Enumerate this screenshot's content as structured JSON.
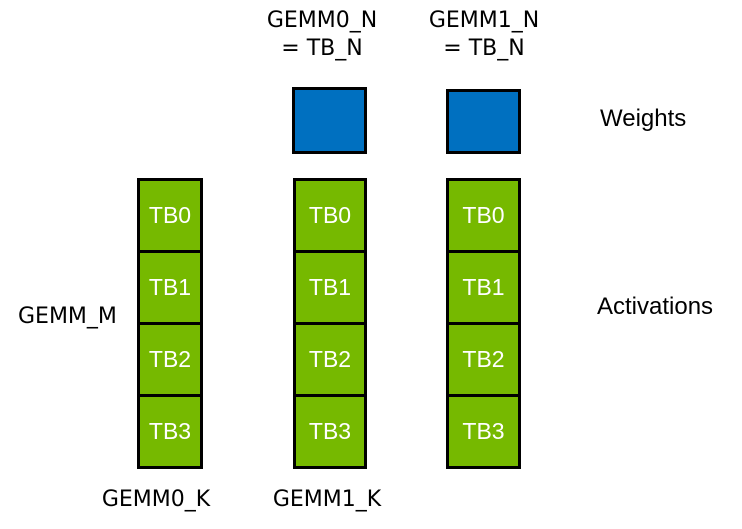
{
  "colors": {
    "background": "#ffffff",
    "activation_green": "#76b900",
    "weight_blue": "#0070c0",
    "border_black": "#000000",
    "cell_text": "#ffffff",
    "label_text": "#000000"
  },
  "top_labels": [
    {
      "line1": "GEMM0_N",
      "line2": "= TB_N"
    },
    {
      "line1": "GEMM1_N",
      "line2": "= TB_N"
    }
  ],
  "right_labels": {
    "weights": "Weights",
    "activations": "Activations"
  },
  "left_labels": {
    "gemm_m": "GEMM_M"
  },
  "bottom_labels": [
    "GEMM0_K",
    "GEMM1_K"
  ],
  "weight_tiles_count": 2,
  "columns": [
    {
      "cells": [
        "TB0",
        "TB1",
        "TB2",
        "TB3"
      ]
    },
    {
      "cells": [
        "TB0",
        "TB1",
        "TB2",
        "TB3"
      ]
    },
    {
      "cells": [
        "TB0",
        "TB1",
        "TB2",
        "TB3"
      ]
    }
  ]
}
